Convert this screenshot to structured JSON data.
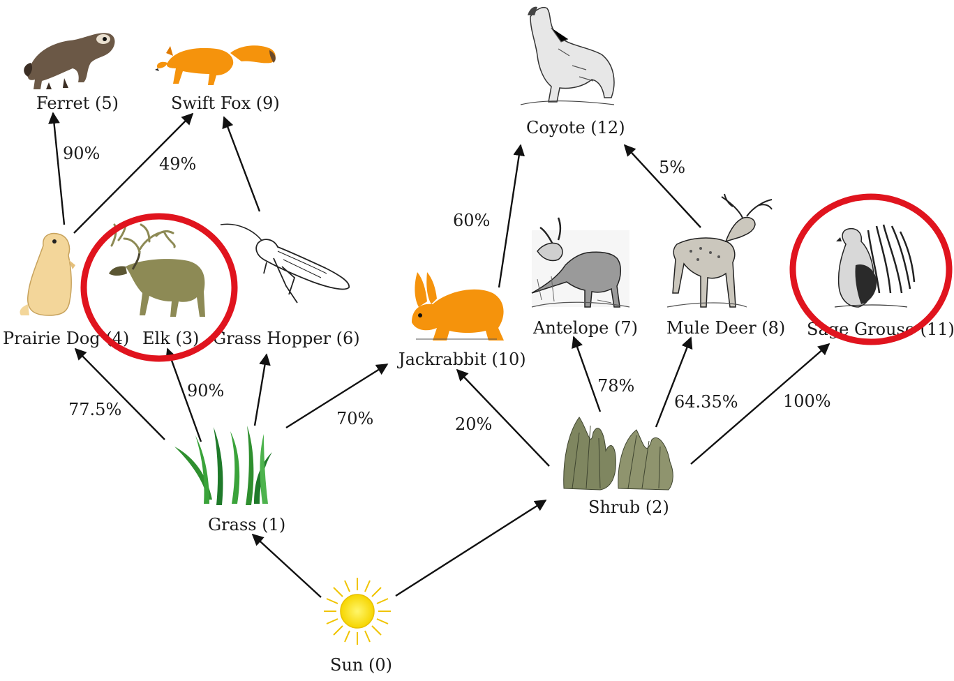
{
  "nodes": {
    "ferret": {
      "label": "Ferret (5)"
    },
    "swift_fox": {
      "label": "Swift Fox (9)"
    },
    "coyote": {
      "label": "Coyote (12)"
    },
    "prairie_dog": {
      "label": "Prairie Dog (4)"
    },
    "elk": {
      "label": "Elk (3)"
    },
    "grass_hopper": {
      "label": "Grass Hopper (6)"
    },
    "jackrabbit": {
      "label": "Jackrabbit (10)"
    },
    "antelope": {
      "label": "Antelope (7)"
    },
    "mule_deer": {
      "label": "Mule Deer (8)"
    },
    "sage_grouse": {
      "label": "Sage Grouse (11)"
    },
    "grass": {
      "label": "Grass (1)"
    },
    "shrub": {
      "label": "Shrub (2)"
    },
    "sun": {
      "label": "Sun (0)"
    }
  },
  "edges": {
    "prairie_dog_ferret": {
      "from": "Prairie Dog",
      "to": "Ferret",
      "pct": "90%"
    },
    "prairie_dog_swift_fox": {
      "from": "Prairie Dog",
      "to": "Swift Fox",
      "pct": "49%"
    },
    "grass_hopper_swift_fox": {
      "from": "Grass Hopper",
      "to": "Swift Fox",
      "pct": ""
    },
    "jackrabbit_coyote": {
      "from": "Jackrabbit",
      "to": "Coyote",
      "pct": "60%"
    },
    "mule_deer_coyote": {
      "from": "Mule Deer",
      "to": "Coyote",
      "pct": "5%"
    },
    "grass_prairie_dog": {
      "from": "Grass",
      "to": "Prairie Dog",
      "pct": "77.5%"
    },
    "grass_elk": {
      "from": "Grass",
      "to": "Elk",
      "pct": "90%"
    },
    "grass_grass_hopper": {
      "from": "Grass",
      "to": "Grass Hopper",
      "pct": ""
    },
    "grass_jackrabbit": {
      "from": "Grass",
      "to": "Jackrabbit",
      "pct": "70%"
    },
    "shrub_jackrabbit": {
      "from": "Shrub",
      "to": "Jackrabbit",
      "pct": "20%"
    },
    "shrub_antelope": {
      "from": "Shrub",
      "to": "Antelope",
      "pct": "78%"
    },
    "shrub_mule_deer": {
      "from": "Shrub",
      "to": "Mule Deer",
      "pct": "64.35%"
    },
    "shrub_sage_grouse": {
      "from": "Shrub",
      "to": "Sage Grouse",
      "pct": "100%"
    },
    "sun_grass": {
      "from": "Sun",
      "to": "Grass",
      "pct": ""
    },
    "sun_shrub": {
      "from": "Sun",
      "to": "Shrub",
      "pct": ""
    }
  },
  "highlights": [
    {
      "target": "Elk",
      "color": "#e0141e"
    },
    {
      "target": "Sage Grouse",
      "color": "#e0141e"
    }
  ],
  "icons": {
    "ferret": "ferret-icon",
    "swift_fox": "swift-fox-icon",
    "coyote": "coyote-icon",
    "prairie_dog": "prairie-dog-icon",
    "elk": "elk-icon",
    "grass_hopper": "grasshopper-icon",
    "jackrabbit": "jackrabbit-icon",
    "antelope": "antelope-icon",
    "mule_deer": "mule-deer-icon",
    "sage_grouse": "sage-grouse-icon",
    "grass": "grass-icon",
    "shrub": "shrub-icon",
    "sun": "sun-icon"
  },
  "colors": {
    "fox": "#f5930c",
    "sun": "#ffe81a",
    "highlight": "#e0141e",
    "grass": "#2f8f2f",
    "elk": "#8d8a55"
  }
}
